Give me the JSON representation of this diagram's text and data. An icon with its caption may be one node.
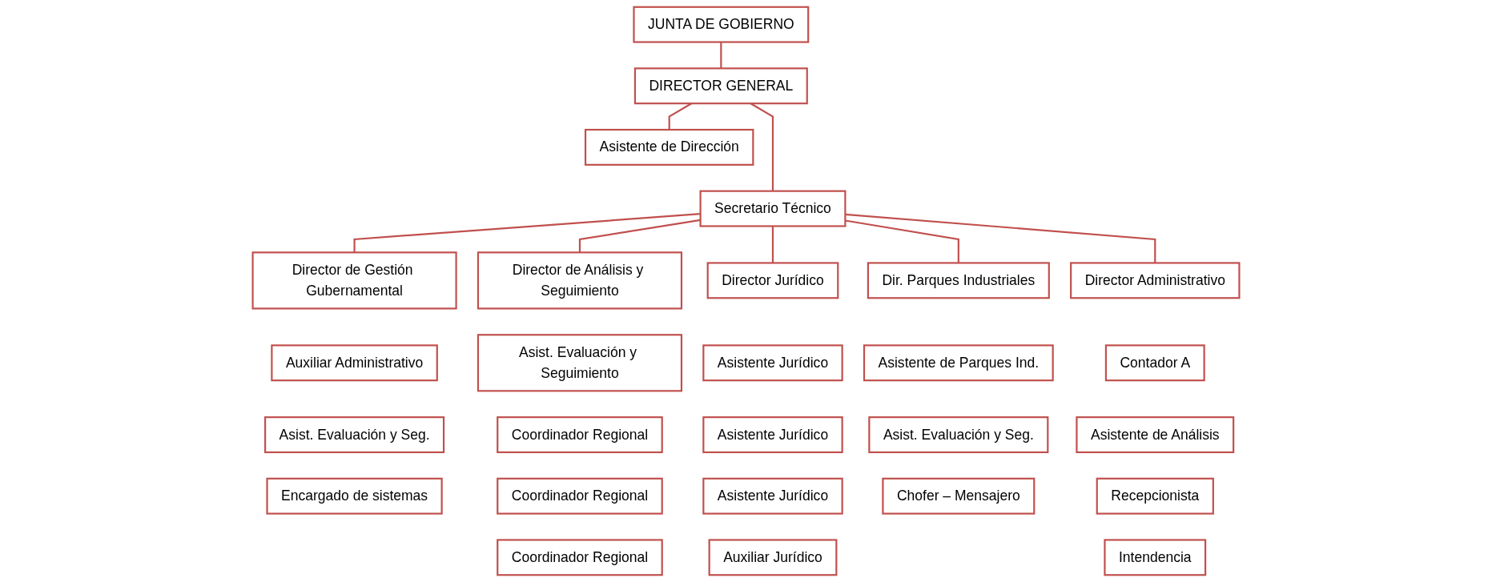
{
  "diagram": {
    "nodes": [
      {
        "text": [
          "JUNTA DE GOBIERNO"
        ]
      },
      {
        "text": [
          "DIRECTOR GENERAL"
        ]
      },
      {
        "text": [
          "Asistente de Dirección"
        ]
      },
      {
        "text": [
          "Secretario Técnico"
        ]
      },
      {
        "text": [
          "Director de Gestión Gubernamental"
        ]
      },
      {
        "text": [
          "Director de Análisis y Seguimiento"
        ]
      },
      {
        "text": [
          "Director Jurídico"
        ]
      },
      {
        "text": [
          "Dir. Parques Industriales"
        ]
      },
      {
        "text": [
          "Director Administrativo"
        ]
      },
      {
        "text": [
          "Auxiliar Administrativo"
        ]
      },
      {
        "text": [
          "Asist. Evaluación y Seguimiento"
        ]
      },
      {
        "text": [
          "Asistente Jurídico"
        ]
      },
      {
        "text": [
          "Asistente de Parques Ind."
        ]
      },
      {
        "text": [
          "Contador A"
        ]
      },
      {
        "text": [
          "Asist. Evaluación y Seg."
        ]
      },
      {
        "text": [
          "Coordinador Regional"
        ]
      },
      {
        "text": [
          "Asistente Jurídico"
        ]
      },
      {
        "text": [
          "Asist. Evaluación y Seg."
        ]
      },
      {
        "text": [
          "Asistente de Análisis"
        ]
      },
      {
        "text": [
          "Encargado de sistemas"
        ]
      },
      {
        "text": [
          "Coordinador Regional"
        ]
      },
      {
        "text": [
          "Asistente Jurídico"
        ]
      },
      {
        "text": [
          "Chofer – Mensajero"
        ]
      },
      {
        "text": [
          "Recepcionista"
        ]
      },
      {
        "text": [
          "Coordinador Regional"
        ]
      },
      {
        "text": [
          "Auxiliar Jurídico"
        ]
      },
      {
        "text": [
          "Intendencia"
        ]
      }
    ],
    "edges": [
      {
        "from": 0,
        "to": 1,
        "arrow": "none"
      },
      {
        "from": 1,
        "to": 2,
        "arrow": "none"
      },
      {
        "from": 1,
        "to": 3,
        "arrow": "none"
      },
      {
        "from": 3,
        "to": 4,
        "arrow": "none"
      },
      {
        "from": 3,
        "to": 5,
        "arrow": "none"
      },
      {
        "from": 3,
        "to": 6,
        "arrow": "none"
      },
      {
        "from": 3,
        "to": 7,
        "arrow": "none"
      },
      {
        "from": 3,
        "to": 8,
        "arrow": "none"
      }
    ]
  }
}
